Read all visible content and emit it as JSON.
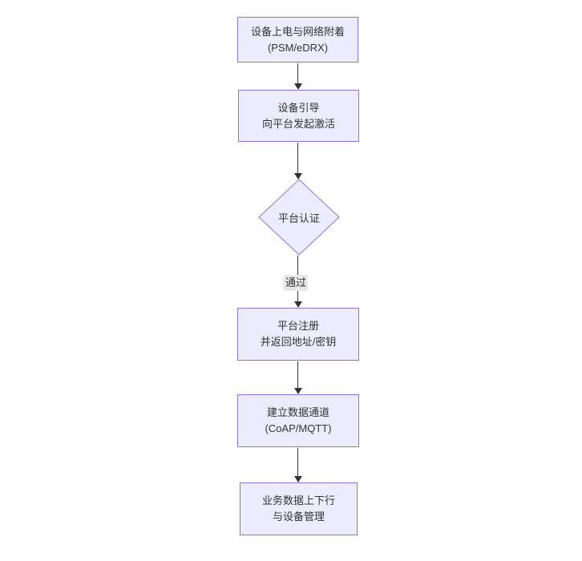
{
  "diagram": {
    "type": "flowchart",
    "direction": "top-down",
    "background_color": "#ffffff",
    "node_fill_color": "#ECECFF",
    "node_border_color": "#9370DB",
    "text_color": "#333333",
    "edge_color": "#333333",
    "edge_label_background": "#e8e8e8"
  },
  "nodes": {
    "power_attach": {
      "shape": "rect",
      "line1": "设备上电与网络附着",
      "line2": "(PSM/eDRX)"
    },
    "bootstrap": {
      "shape": "rect",
      "line1": "设备引导",
      "line2": "向平台发起激活"
    },
    "platform_auth": {
      "shape": "diamond",
      "label": "平台认证"
    },
    "platform_register": {
      "shape": "rect",
      "line1": "平台注册",
      "line2": "并返回地址/密钥"
    },
    "data_channel": {
      "shape": "rect",
      "line1": "建立数据通道",
      "line2": "(CoAP/MQTT)"
    },
    "business_data": {
      "shape": "rect",
      "line1": "业务数据上下行",
      "line2": "与设备管理"
    }
  },
  "edges": {
    "auth_to_register_label": "通过"
  }
}
